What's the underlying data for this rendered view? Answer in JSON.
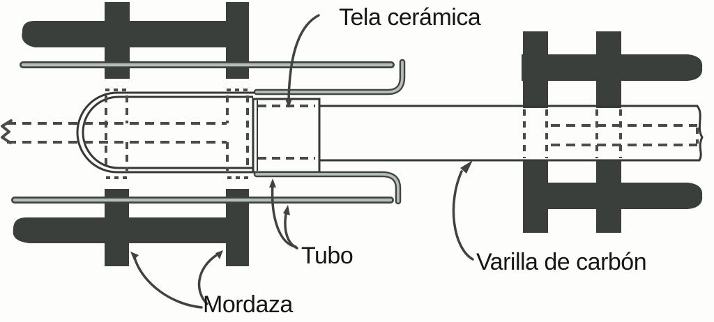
{
  "diagram": {
    "type": "lab-apparatus-line-diagram",
    "labels": {
      "tela_ceramica": "Tela cerámica",
      "tubo": "Tubo",
      "mordaza": "Mordaza",
      "varilla_de_carbon": "Varilla de carbón"
    },
    "parts": [
      {
        "name": "ceramic-cloth-block",
        "label_key": "tela_ceramica"
      },
      {
        "name": "glass-tubes",
        "label_key": "tubo"
      },
      {
        "name": "clamps",
        "label_key": "mordaza"
      },
      {
        "name": "carbon-rod",
        "label_key": "varilla_de_carbon"
      }
    ],
    "colors": {
      "background": "#fdfdfb",
      "clamp_fill": "#3a3f3c",
      "outline": "#343936",
      "hidden_edge_dash": "#474c49",
      "tube_core": "#b7beb7",
      "text": "#161616"
    }
  }
}
